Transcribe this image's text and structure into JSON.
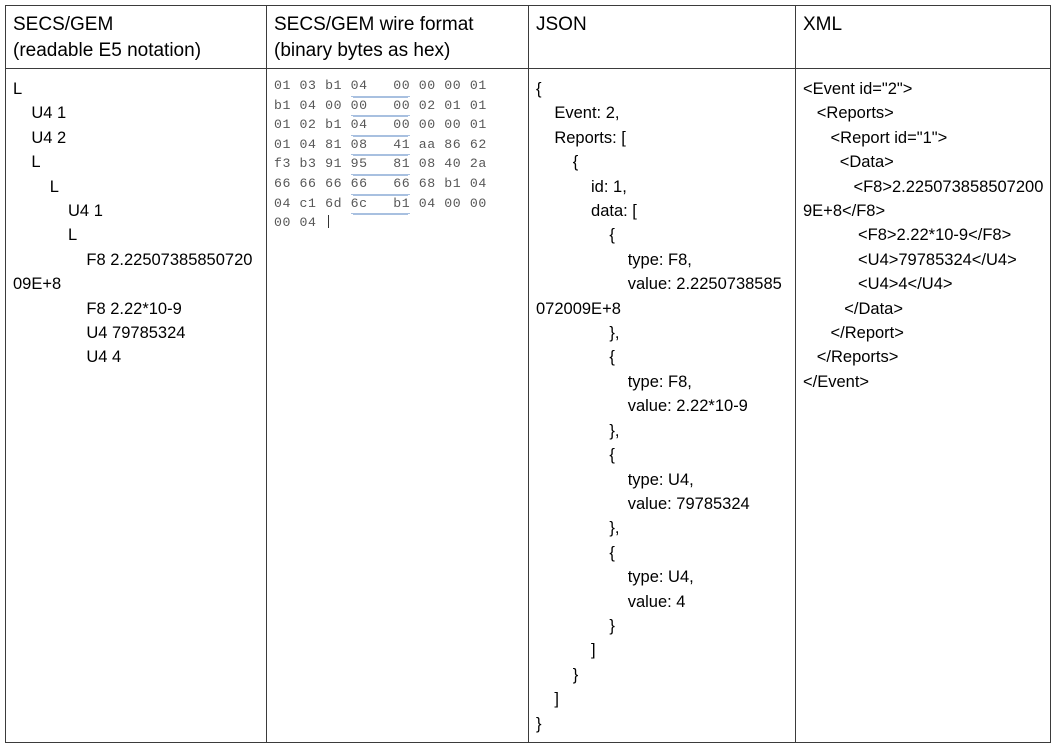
{
  "table": {
    "headers": [
      "SECS/GEM\n(readable E5 notation)",
      "SECS/GEM wire format\n(binary bytes as hex)",
      "JSON",
      "XML"
    ],
    "secs_gem_e5": "L\n    U4 1\n    U4 2\n    L\n        L\n            U4 1\n            L\n                F8 2.2250738585072009E+8\n                F8 2.22*10-9\n                U4 79785324\n                U4 4",
    "wire_format_hex": {
      "rows": [
        {
          "pre": "01 03 b1 ",
          "underlined": "04   00",
          "post": " 00 00 01"
        },
        {
          "pre": "b1 04 00 ",
          "underlined": "00   00",
          "post": " 02 01 01"
        },
        {
          "pre": "01 02 b1 ",
          "underlined": "04   00",
          "post": " 00 00 01"
        },
        {
          "pre": "01 04 81 ",
          "underlined": "08   41",
          "post": " aa 86 62"
        },
        {
          "pre": "f3 b3 91 ",
          "underlined": "95   81",
          "post": " 08 40 2a"
        },
        {
          "pre": "66 66 66 ",
          "underlined": "66   66",
          "post": " 68 b1 04"
        },
        {
          "pre": "04 c1 6d ",
          "underlined": "6c   b1",
          "post": " 04 00 00"
        },
        {
          "pre": "00 04 ",
          "underlined": "",
          "post": ""
        }
      ],
      "caret_after_last_row": true
    },
    "json_text": "{\n    Event: 2,\n    Reports: [\n        {\n            id: 1,\n            data: [\n                {\n                    type: F8,\n                    value: 2.2250738585072009E+8\n                },\n                {\n                    type: F8,\n                    value: 2.22*10-9\n                },\n                {\n                    type: U4,\n                    value: 79785324\n                },\n                {\n                    type: U4,\n                    value: 4\n                }\n            ]\n        }\n    ]\n}",
    "xml_text": "<Event id=\"2\">\n   <Reports>\n      <Report id=\"1\">\n        <Data>\n           <F8>2.2250738585072009E+8</F8>\n            <F8>2.22*10-9</F8>\n            <U4>79785324</U4>\n            <U4>4</U4>\n         </Data>\n      </Report>\n   </Reports>\n</Event>"
  },
  "colors": {
    "border": "#3b3b3b",
    "hex_text": "#575757",
    "underline_blue": "#a8c0e0",
    "text": "#000000",
    "background": "#ffffff"
  }
}
